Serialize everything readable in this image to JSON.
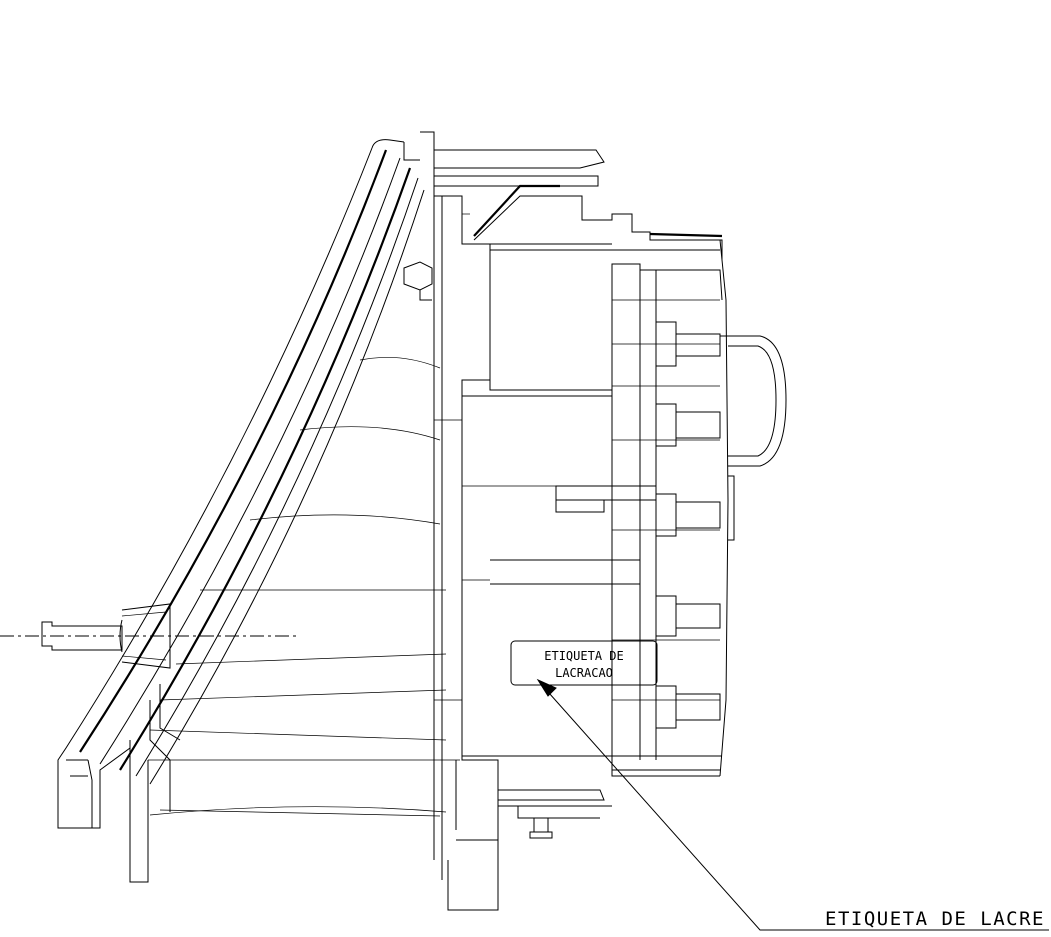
{
  "labels": {
    "inner_label_line1": "ETIQUETA DE",
    "inner_label_line2": "LACRACAO",
    "outer_label": "ETIQUETA DE LACRE"
  }
}
